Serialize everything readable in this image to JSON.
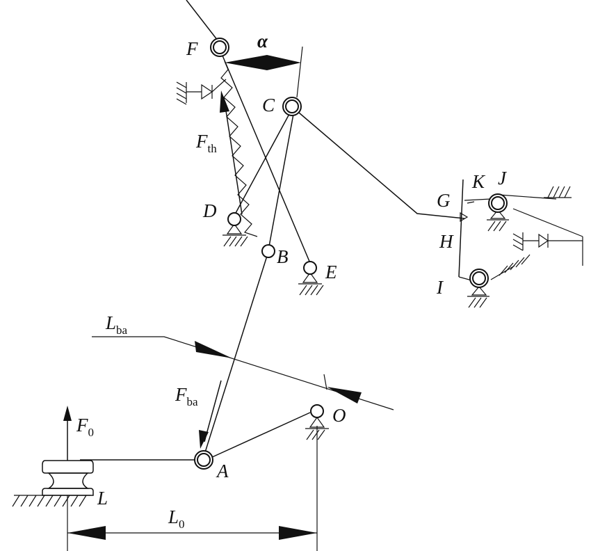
{
  "labels": {
    "A": "A",
    "B": "B",
    "C": "C",
    "D": "D",
    "E": "E",
    "F": "F",
    "G": "G",
    "H": "H",
    "I": "I",
    "J": "J",
    "K": "K",
    "L": "L",
    "O": "O",
    "alpha": "α"
  },
  "forces": {
    "F0_main": "F",
    "F0_sub": "0",
    "Fth_main": "F",
    "Fth_sub": "th",
    "Fba_main": "F",
    "Fba_sub": "ba"
  },
  "dimensions": {
    "L0_main": "L",
    "L0_sub": "0",
    "Lba_main": "L",
    "Lba_sub": "ba"
  }
}
